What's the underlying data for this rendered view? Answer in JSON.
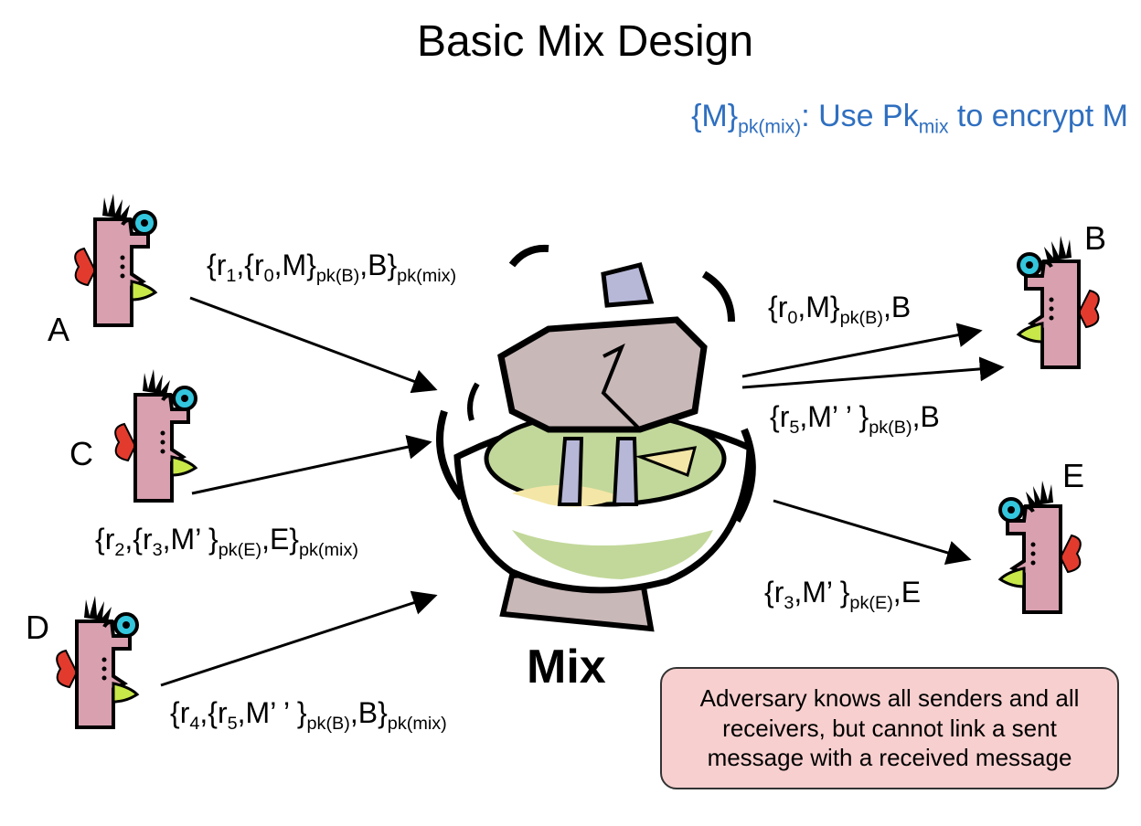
{
  "title": "Basic Mix Design",
  "legend": {
    "prefix": "{M}",
    "prefix_sub": "pk(mix)",
    "middle": ": Use Pk",
    "middle_sub": "mix",
    "suffix": " to encrypt M",
    "color": "#2f6fc0"
  },
  "nodes": {
    "a": "A",
    "b": "B",
    "c": "C",
    "d": "D",
    "e": "E",
    "mix": "Mix"
  },
  "messages": {
    "from_a": {
      "p1": "{r",
      "s1": "1",
      "p2": ",{r",
      "s2": "0",
      "p3": ",M}",
      "s3": "pk(B)",
      "p4": ",B}",
      "s4": "pk(mix)"
    },
    "from_c": {
      "p1": "{r",
      "s1": "2",
      "p2": ",{r",
      "s2": "3",
      "p3": ",M’ }",
      "s3": "pk(E)",
      "p4": ",E}",
      "s4": "pk(mix)"
    },
    "from_d": {
      "p1": "{r",
      "s1": "4",
      "p2": ",{r",
      "s2": "5",
      "p3": ",M’ ’ }",
      "s3": "pk(B)",
      "p4": ",B}",
      "s4": "pk(mix)"
    },
    "to_b_1": {
      "p1": "{r",
      "s1": "0",
      "p2": ",M}",
      "s2": "pk(B)",
      "p3": ",B"
    },
    "to_b_2": {
      "p1": "{r",
      "s1": "5",
      "p2": ",M’ ’ }",
      "s2": "pk(B)",
      "p3": ",B"
    },
    "to_e": {
      "p1": "{r",
      "s1": "3",
      "p2": ",M’ }",
      "s2": "pk(E)",
      "p3": ",E"
    }
  },
  "adversary_note": "Adversary knows all senders and all receivers, but cannot link a sent message with a received message",
  "colors": {
    "note_bg": "#f8cfcf",
    "face": "#d9a0b0",
    "eye": "#33c6dd",
    "comb": "#e23b2e",
    "bowl_inner": "#c2d89a",
    "mixer": "#c9b8b8"
  }
}
